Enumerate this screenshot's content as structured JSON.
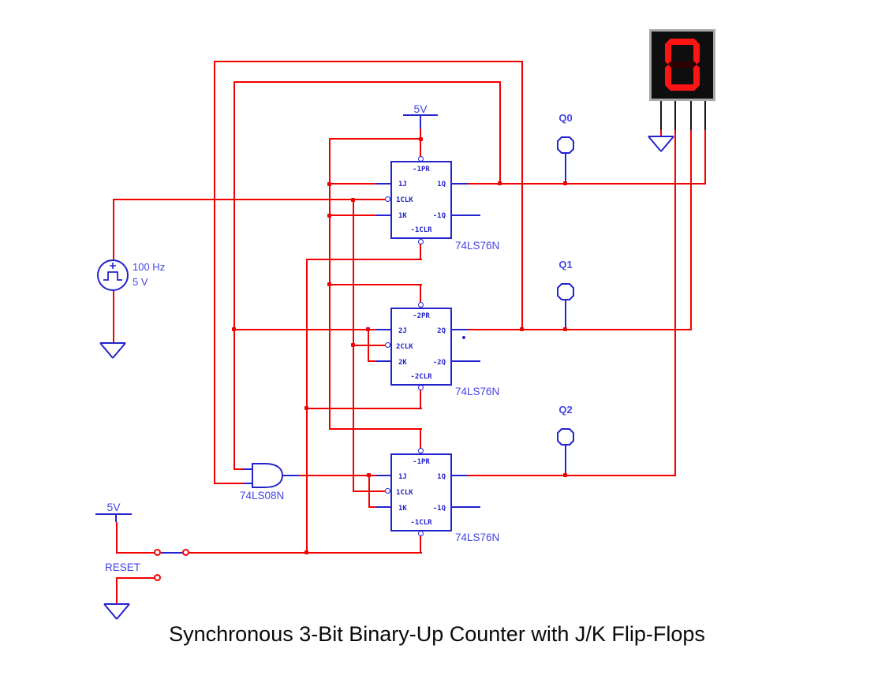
{
  "title": "Synchronous 3-Bit Binary-Up Counter with J/K Flip-Flops",
  "colors": {
    "wire_red": "#f40000",
    "component_blue": "#2323cf",
    "label_blue": "#4444ea",
    "segment_on": "#ff1414",
    "segment_off": "#2e0202",
    "display_background": "#0e0e0e"
  },
  "display": {
    "digit": "0",
    "lit_segments": "a b c d e f",
    "unlit_segments": "g"
  },
  "probes": [
    {
      "label": "Q0"
    },
    {
      "label": "Q1"
    },
    {
      "label": "Q2"
    }
  ],
  "clock": {
    "frequency": "100 Hz",
    "amplitude": "5 V"
  },
  "power": {
    "vcc_top_label": "5V",
    "vcc_bottom_label": "5V"
  },
  "reset_label": "RESET",
  "and_gate": {
    "part": "74LS08N"
  },
  "flipflops": [
    {
      "part": "74LS76N",
      "pr": "-1PR",
      "j": "1J",
      "clk": "1CLK",
      "k": "1K",
      "clr": "-1CLR",
      "q": "1Q",
      "qn": "-1Q"
    },
    {
      "part": "74LS76N",
      "pr": "-2PR",
      "j": "2J",
      "clk": "2CLK",
      "k": "2K",
      "clr": "-2CLR",
      "q": "2Q",
      "qn": "-2Q"
    },
    {
      "part": "74LS76N",
      "pr": "-1PR",
      "j": "1J",
      "clk": "1CLK",
      "k": "1K",
      "clr": "-1CLR",
      "q": "1Q",
      "qn": "-1Q"
    }
  ]
}
